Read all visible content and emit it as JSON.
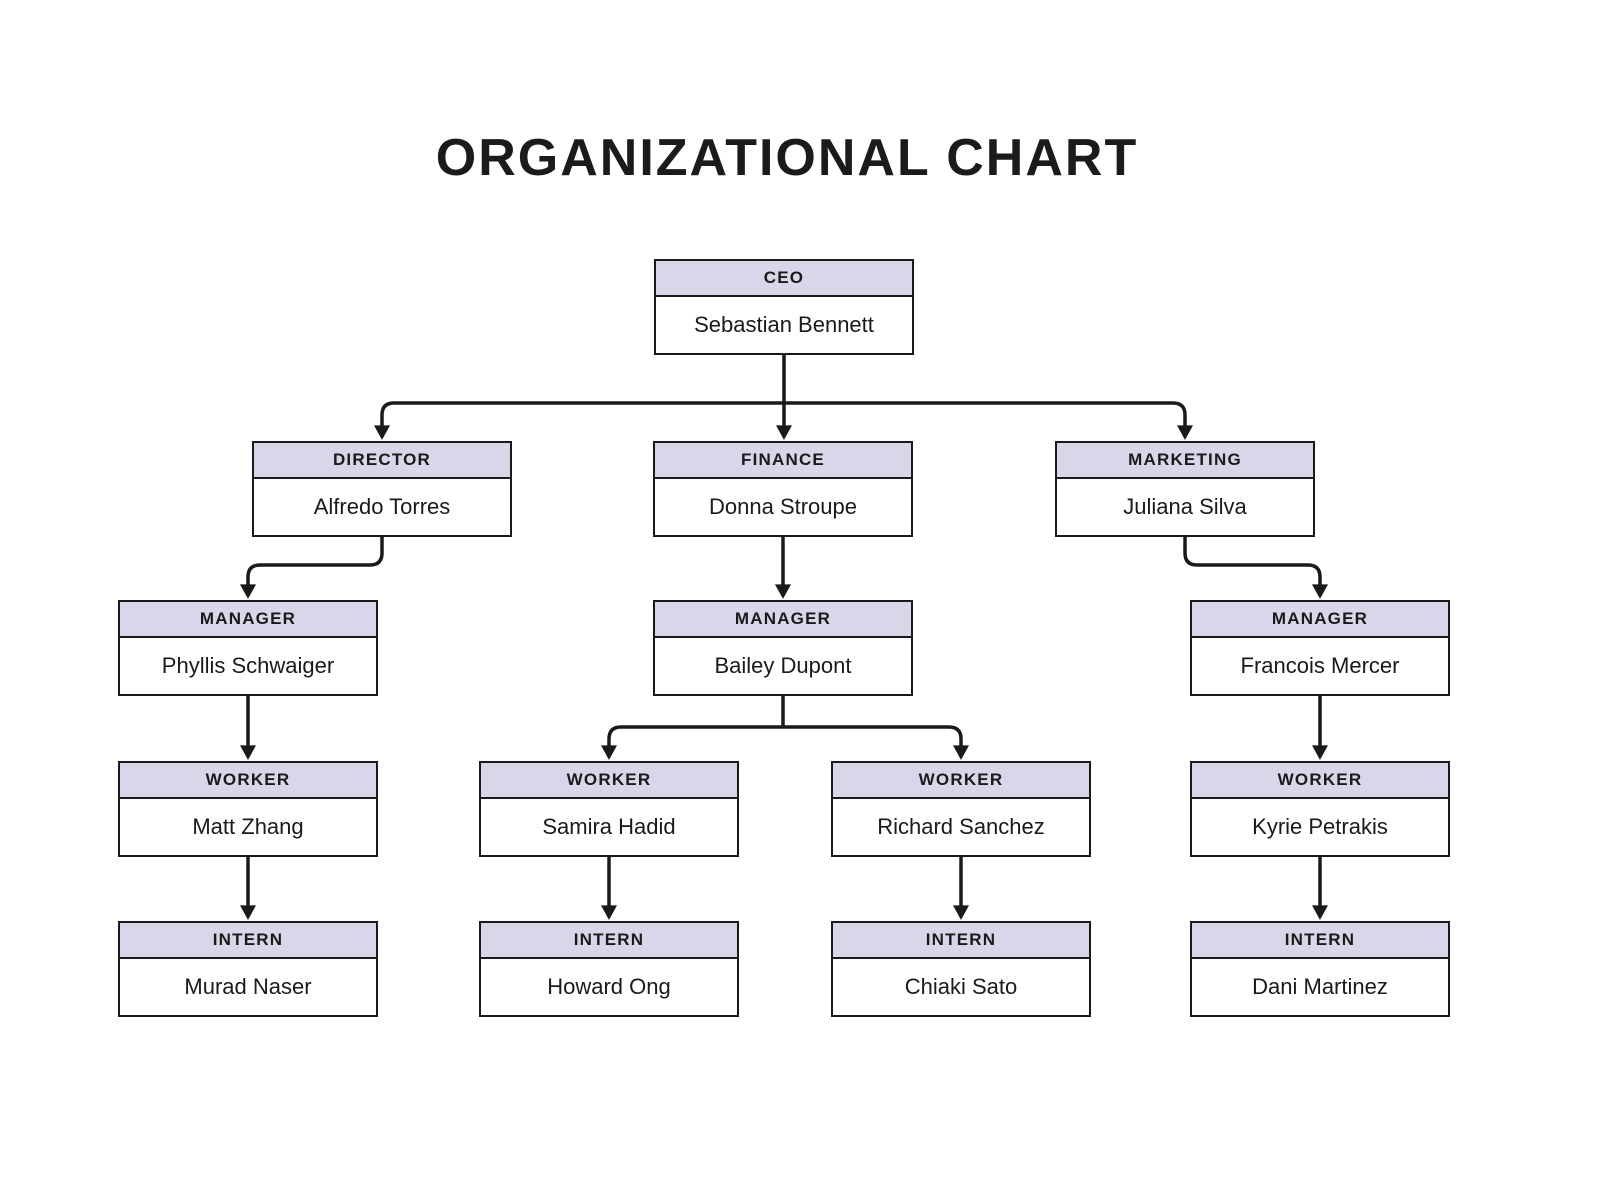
{
  "title": "ORGANIZATIONAL CHART",
  "colors": {
    "header_fill": "#d8d7e9",
    "border": "#1a1a1a",
    "background": "#ffffff",
    "text": "#1a1a1a"
  },
  "nodes": [
    {
      "role": "CEO",
      "name": "Sebastian Bennett"
    },
    {
      "role": "DIRECTOR",
      "name": "Alfredo Torres"
    },
    {
      "role": "FINANCE",
      "name": "Donna Stroupe"
    },
    {
      "role": "MARKETING",
      "name": "Juliana Silva"
    },
    {
      "role": "MANAGER",
      "name": "Phyllis Schwaiger"
    },
    {
      "role": "MANAGER",
      "name": "Bailey Dupont"
    },
    {
      "role": "MANAGER",
      "name": "Francois Mercer"
    },
    {
      "role": "WORKER",
      "name": "Matt Zhang"
    },
    {
      "role": "WORKER",
      "name": "Samira Hadid"
    },
    {
      "role": "WORKER",
      "name": "Richard Sanchez"
    },
    {
      "role": "WORKER",
      "name": "Kyrie Petrakis"
    },
    {
      "role": "INTERN",
      "name": "Murad Naser"
    },
    {
      "role": "INTERN",
      "name": "Howard Ong"
    },
    {
      "role": "INTERN",
      "name": "Chiaki Sato"
    },
    {
      "role": "INTERN",
      "name": "Dani Martinez"
    }
  ]
}
